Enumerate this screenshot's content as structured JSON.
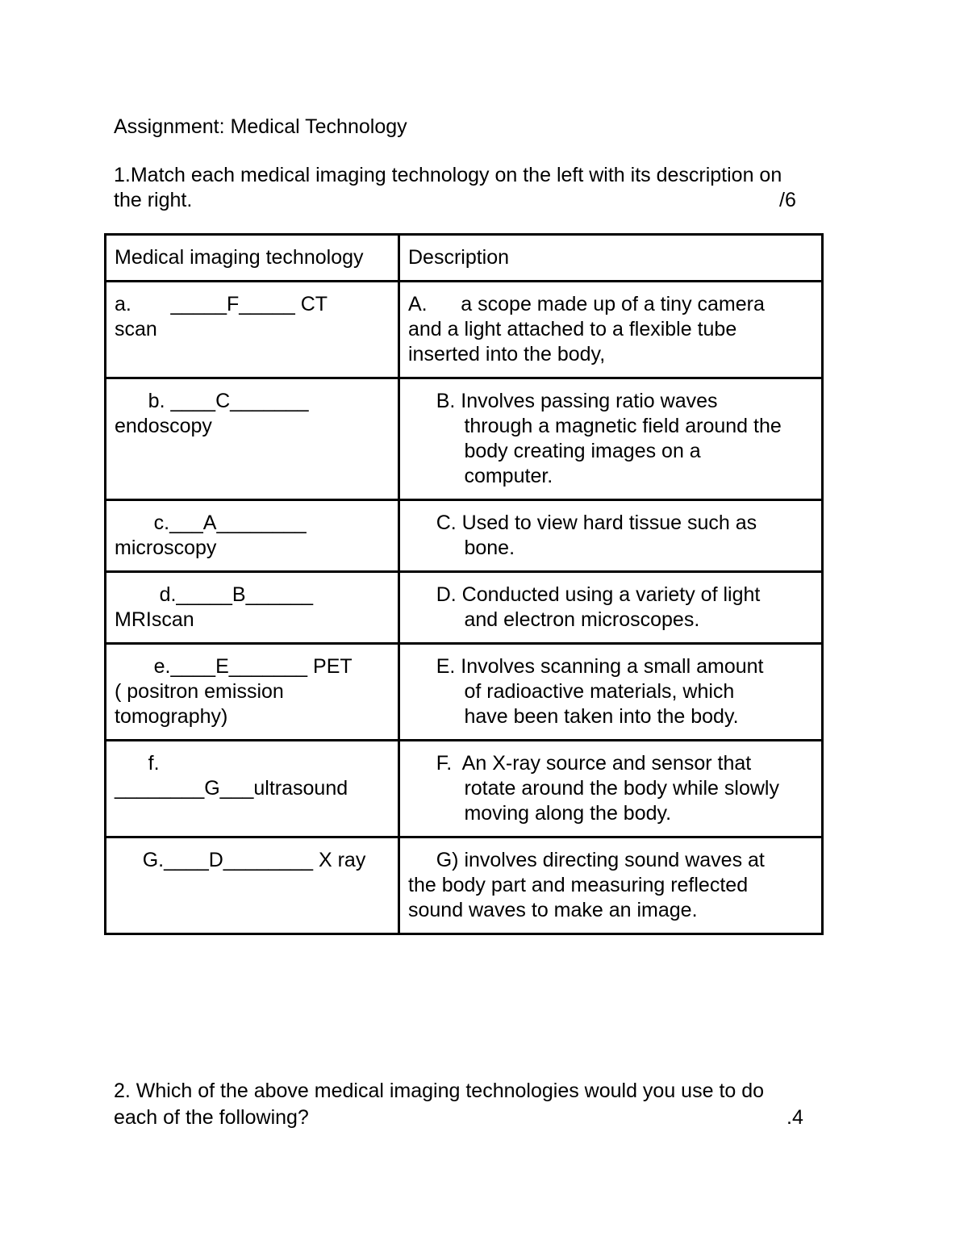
{
  "title": "Assignment: Medical Technology",
  "question1": {
    "line1": "1.Match each medical imaging technology on the left with its description on",
    "line2": "the right.",
    "marks": "/6"
  },
  "table": {
    "headers": [
      "Medical imaging technology",
      "Description"
    ],
    "rows": [
      {
        "tech": "a.       _____F_____ CT\nscan",
        "desc": "A.      a scope made up of a tiny camera\nand a light attached to a flexible tube\ninserted into the body,"
      },
      {
        "tech": "      b. ____C_______\nendoscopy",
        "desc": "     B. Involves passing ratio waves\n          through a magnetic field around the\n          body creating images on a\n          computer."
      },
      {
        "tech": "       c.___A________\nmicroscopy",
        "desc": "     C. Used to view hard tissue such as\n          bone."
      },
      {
        "tech": "        d._____B______\nMRIscan",
        "desc": "     D. Conducted using a variety of light\n          and electron microscopes."
      },
      {
        "tech": "       e.____E_______ PET\n( positron emission\ntomography)",
        "desc": "     E. Involves scanning a small amount\n          of radioactive materials, which\n          have been taken into the body."
      },
      {
        "tech": "      f.\n________G___ultrasound",
        "desc": "     F.  An X-ray source and sensor that\n          rotate around the body while slowly\n          moving along the body."
      },
      {
        "tech": "     G.____D________ X ray",
        "desc": "     G) involves directing sound waves at\nthe body part and measuring reflected\nsound waves to make an image."
      }
    ]
  },
  "question2": {
    "line1": "2. Which of the above medical imaging technologies would you use to do",
    "line2": "each of the following?",
    "marks": ".4"
  }
}
